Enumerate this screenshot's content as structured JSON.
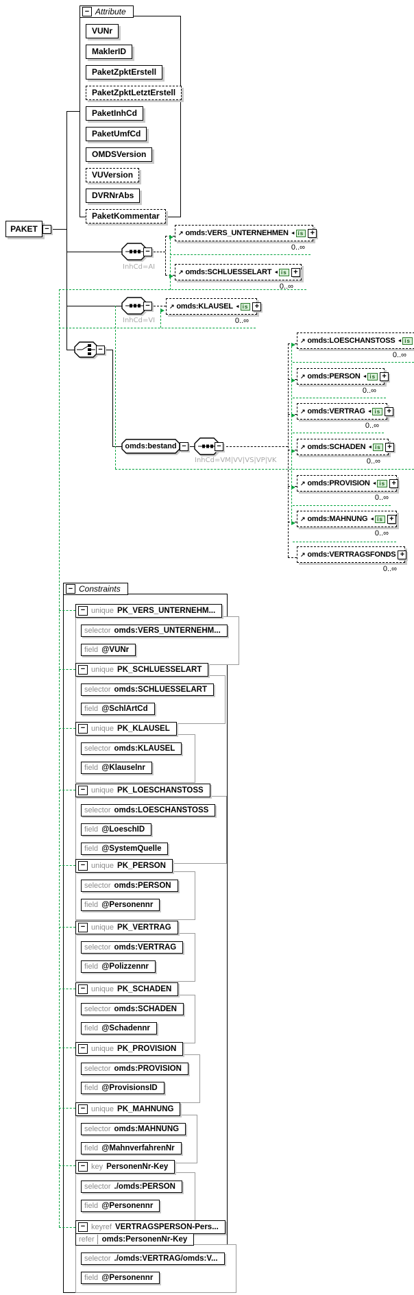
{
  "diagram": {
    "root": {
      "name": "PAKET"
    },
    "attributes_section": {
      "label": "Attribute",
      "items": [
        {
          "name": "VUNr",
          "optional": false
        },
        {
          "name": "MaklerID",
          "optional": false
        },
        {
          "name": "PaketZpktErstell",
          "optional": false
        },
        {
          "name": "PaketZpktLetztErstell",
          "optional": true
        },
        {
          "name": "PaketInhCd",
          "optional": false
        },
        {
          "name": "PaketUmfCd",
          "optional": false
        },
        {
          "name": "OMDSVersion",
          "optional": false
        },
        {
          "name": "VUVersion",
          "optional": true
        },
        {
          "name": "DVRNrAbs",
          "optional": false
        },
        {
          "name": "PaketKommentar",
          "optional": true
        }
      ]
    },
    "groups": [
      {
        "type": "sequence",
        "condition": "InhCd=AI"
      },
      {
        "type": "sequence",
        "condition": "InhCd=VI"
      },
      {
        "type": "choice",
        "condition": ""
      },
      {
        "type": "sequence",
        "condition": "InhCd=VM|VV|VS|VP|VK"
      }
    ],
    "bestand": {
      "name": "omds:bestand"
    },
    "elements": [
      {
        "name": "omds:VERS_UNTERNEHMEN",
        "occurs": "0..∞",
        "badge": "is"
      },
      {
        "name": "omds:SCHLUESSELART",
        "occurs": "0..∞",
        "badge": "is"
      },
      {
        "name": "omds:KLAUSEL",
        "occurs": "0..∞",
        "badge": "is"
      },
      {
        "name": "omds:LOESCHANSTOSS",
        "occurs": "0..∞",
        "badge": "is"
      },
      {
        "name": "omds:PERSON",
        "occurs": "0..∞",
        "badge": "is"
      },
      {
        "name": "omds:VERTRAG",
        "occurs": "0..∞",
        "badge": "is"
      },
      {
        "name": "omds:SCHADEN",
        "occurs": "0..∞",
        "badge": "is"
      },
      {
        "name": "omds:PROVISION",
        "occurs": "0..∞",
        "badge": "is"
      },
      {
        "name": "omds:MAHNUNG",
        "occurs": "0..∞",
        "badge": "is"
      },
      {
        "name": "omds:VERTRAGSFONDS",
        "occurs": "0..∞",
        "badge": ""
      }
    ],
    "constraints_section": {
      "label": "Constraints",
      "keywords": {
        "unique": "unique",
        "key": "key",
        "keyref": "keyref",
        "selector": "selector",
        "field": "field",
        "refer": "refer"
      },
      "items": [
        {
          "kind": "unique",
          "name": "PK_VERS_UNTERNEHM...",
          "selector": "omds:VERS_UNTERNEHM...",
          "fields": [
            "@VUNr"
          ]
        },
        {
          "kind": "unique",
          "name": "PK_SCHLUESSELART",
          "selector": "omds:SCHLUESSELART",
          "fields": [
            "@SchlArtCd"
          ]
        },
        {
          "kind": "unique",
          "name": "PK_KLAUSEL",
          "selector": "omds:KLAUSEL",
          "fields": [
            "@Klauselnr"
          ]
        },
        {
          "kind": "unique",
          "name": "PK_LOESCHANSTOSS",
          "selector": "omds:LOESCHANSTOSS",
          "fields": [
            "@LoeschID",
            "@SystemQuelle"
          ]
        },
        {
          "kind": "unique",
          "name": "PK_PERSON",
          "selector": "omds:PERSON",
          "fields": [
            "@Personennr"
          ]
        },
        {
          "kind": "unique",
          "name": "PK_VERTRAG",
          "selector": "omds:VERTRAG",
          "fields": [
            "@Polizzennr"
          ]
        },
        {
          "kind": "unique",
          "name": "PK_SCHADEN",
          "selector": "omds:SCHADEN",
          "fields": [
            "@Schadennr"
          ]
        },
        {
          "kind": "unique",
          "name": "PK_PROVISION",
          "selector": "omds:PROVISION",
          "fields": [
            "@ProvisionsID"
          ]
        },
        {
          "kind": "unique",
          "name": "PK_MAHNUNG",
          "selector": "omds:MAHNUNG",
          "fields": [
            "@MahnverfahrenNr"
          ]
        },
        {
          "kind": "key",
          "name": "PersonenNr-Key",
          "selector": "./omds:PERSON",
          "fields": [
            "@Personennr"
          ]
        },
        {
          "kind": "keyref",
          "name": "VERTRAGSPERSON-Pers...",
          "refer": "omds:PersonenNr-Key",
          "selector": "./omds:VERTRAG/omds:V...",
          "fields": [
            "@Personennr"
          ]
        }
      ]
    },
    "colors": {
      "constraint_link": "#00a33c"
    }
  }
}
